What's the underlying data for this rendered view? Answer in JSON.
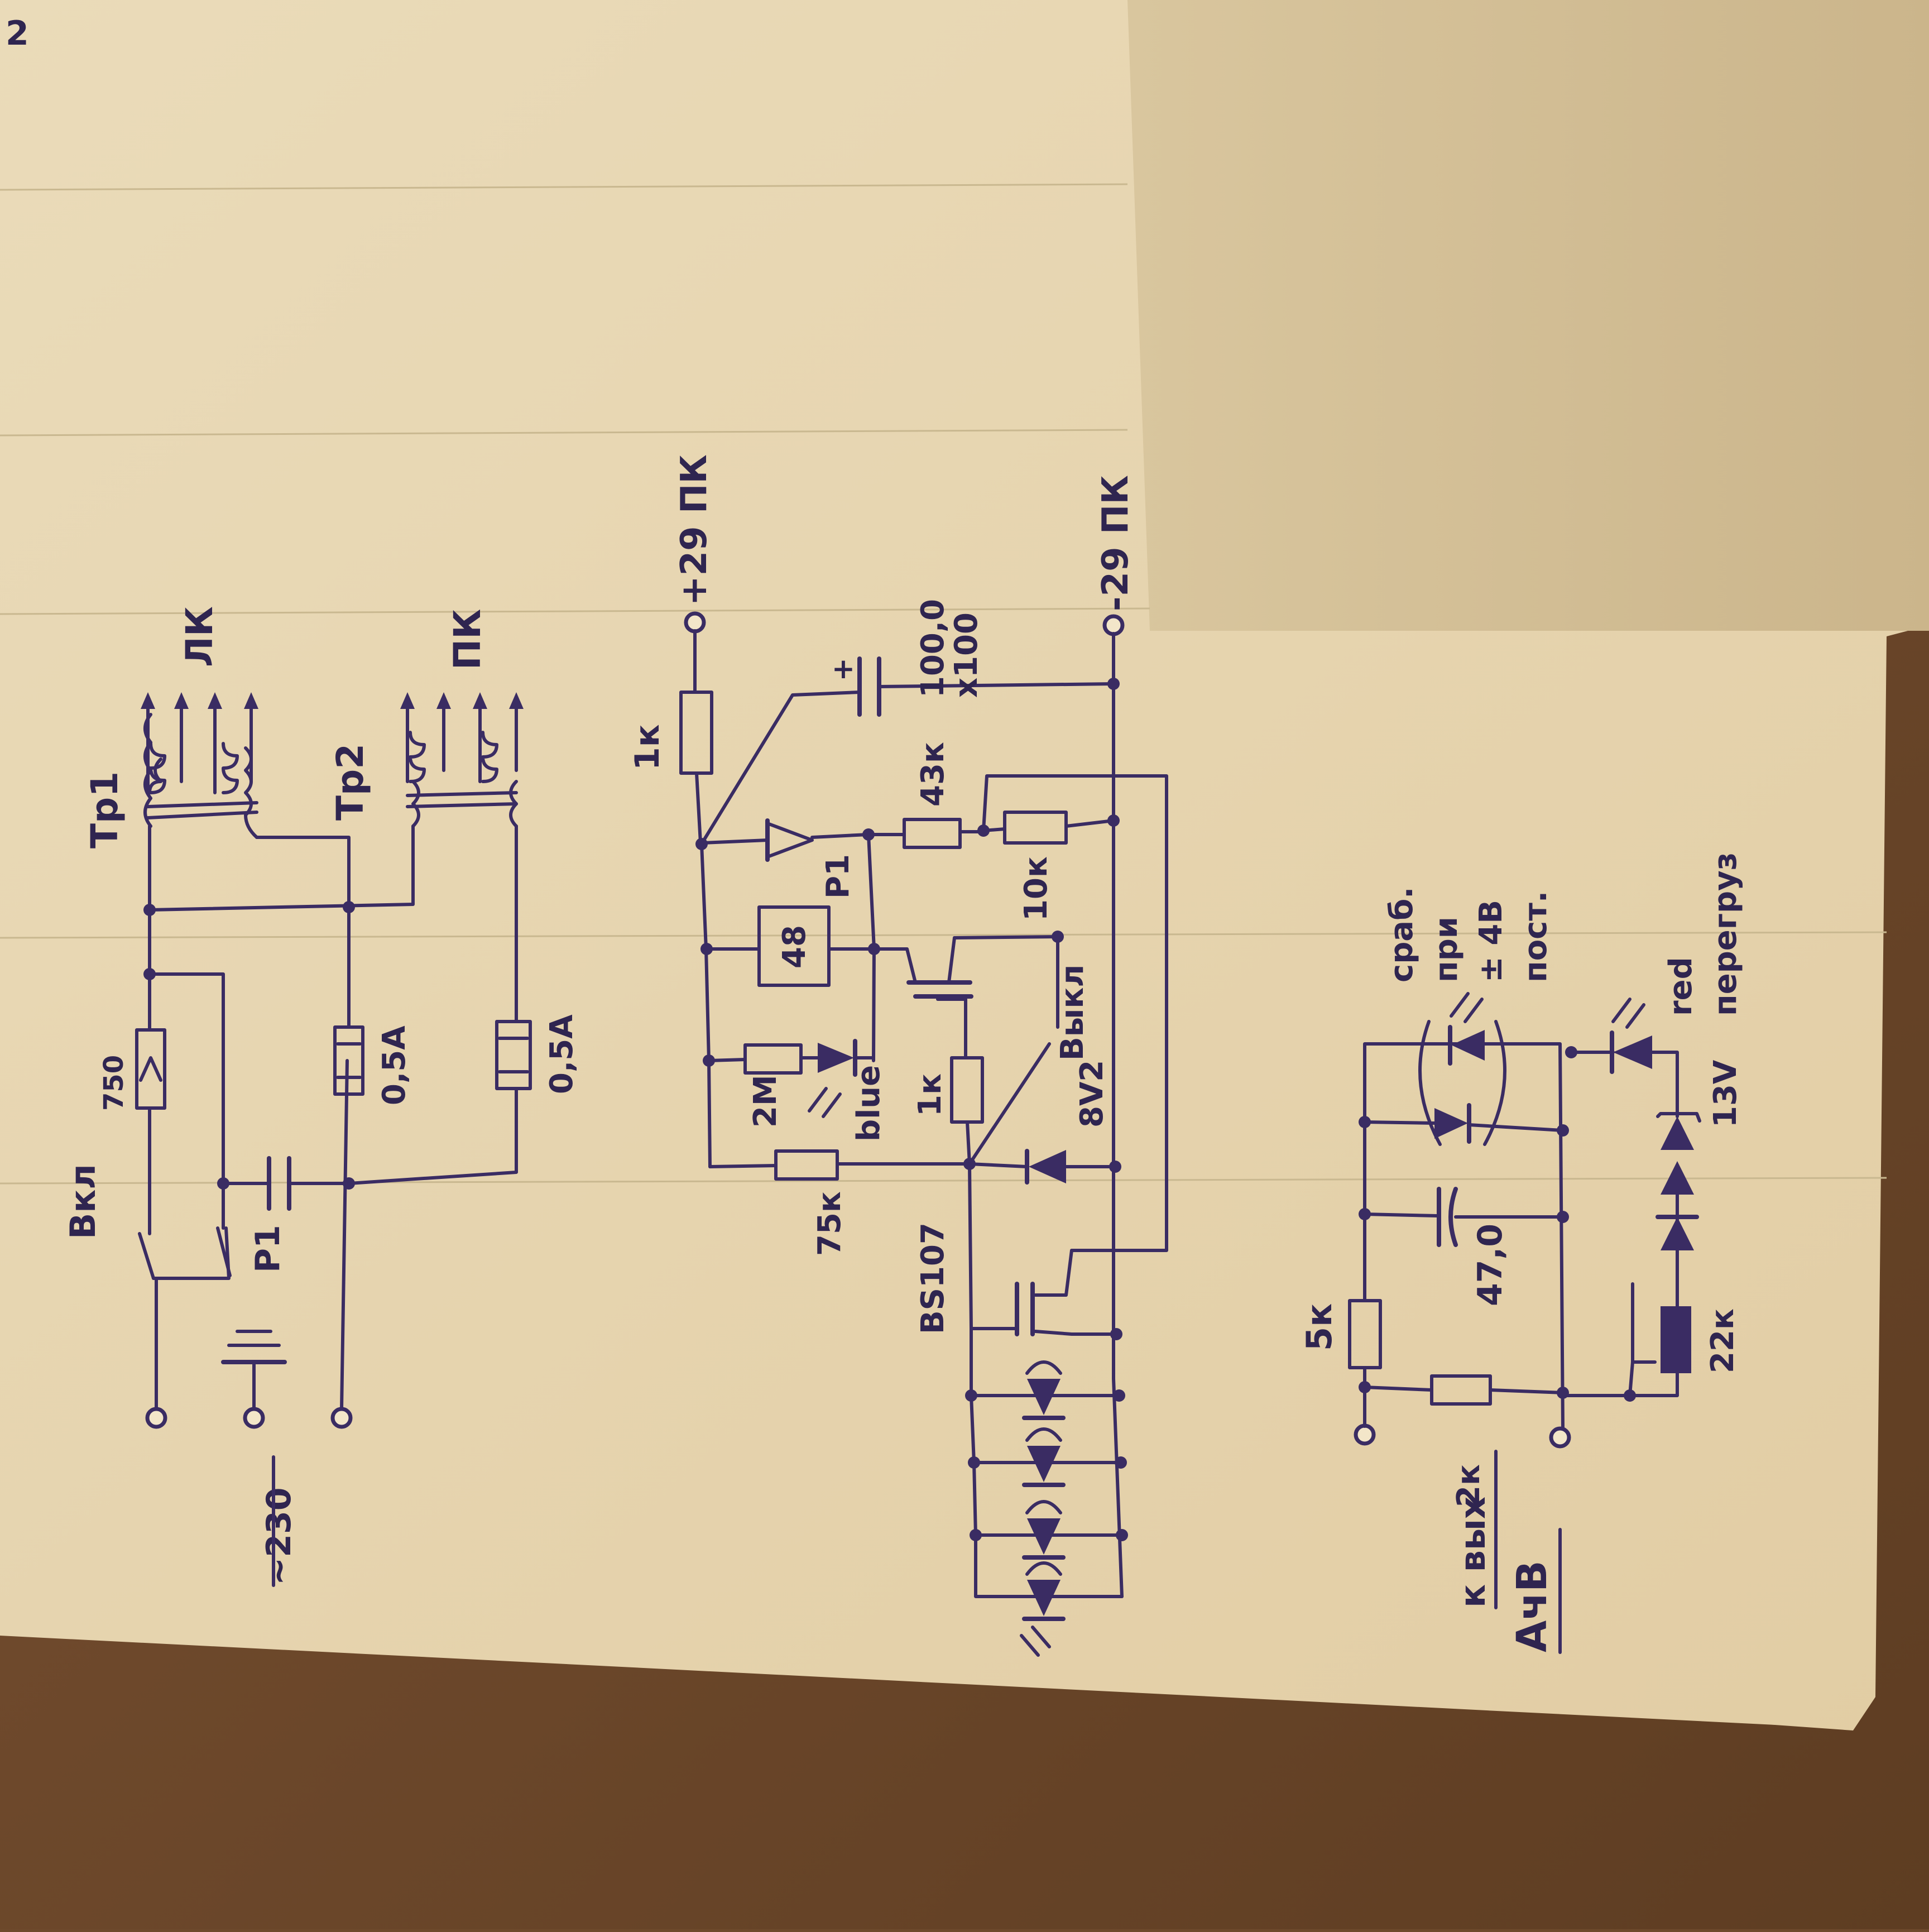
{
  "page_number": "2",
  "labels": {
    "vkl": "Вкл",
    "p1_contact": "Р1",
    "p1_diode": "Р1",
    "tr1": "Тр1",
    "tr2": "Тр2",
    "lk": "ЛК",
    "pk": "ПК",
    "mains": "~230",
    "varistor": "750",
    "fuse1": "0,5А",
    "fuse2": "0,5А",
    "plus29": "+29 ПК",
    "minus29": "-29 ПК",
    "r_top": "1к",
    "cap_value": "100,0",
    "cap_voltage": "х100",
    "cap_plus": "+",
    "r43k": "43к",
    "r10k": "10к",
    "relay": "48",
    "r2m": "2М",
    "led_blue": "blue",
    "r1k": "1к",
    "r75k": "75к",
    "zener": "8V2",
    "switch_off": "Выкл",
    "transistor": "BS107",
    "r5k": "5к",
    "r2k": "2к",
    "out_label": "к вых",
    "aiv": "АчВ",
    "cap47": "47,0",
    "trip_note": "сраб. при ± 4В пост.",
    "led_red": "red",
    "overload": "перегруз",
    "zener13": "13V",
    "r22k": "22к"
  }
}
